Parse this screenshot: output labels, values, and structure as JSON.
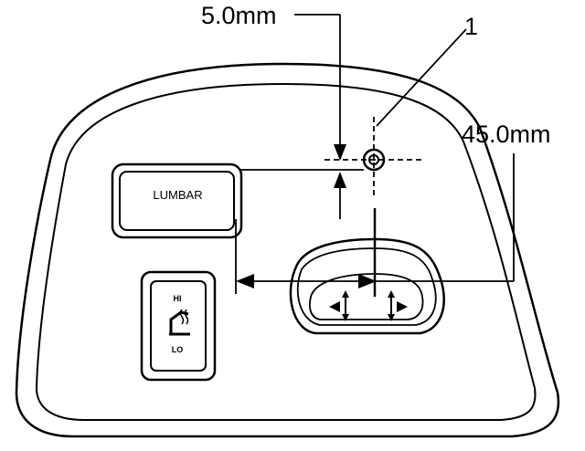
{
  "callouts": {
    "dimension_top": "5.0mm",
    "dimension_right": "45.0mm",
    "reference_number": "1"
  },
  "panel": {
    "lumbar_switch_label": "LUMBAR",
    "heat_switch": {
      "high_label": "HI",
      "low_label": "LO",
      "icon": "seat-heater-icon"
    }
  },
  "colors": {
    "line": "#000000",
    "background": "#ffffff"
  }
}
